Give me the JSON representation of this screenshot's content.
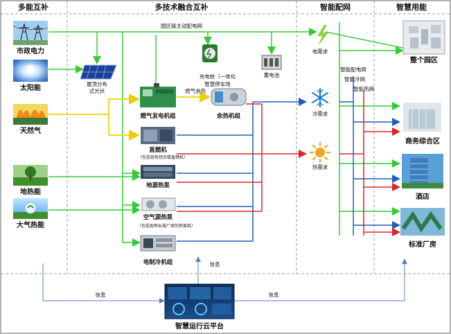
{
  "sections": {
    "multi_energy": "多能互补",
    "tech_fusion": "多技术融合互补",
    "smart_grid": "智能配网",
    "smart_use": "智慧用能"
  },
  "sources": {
    "grid": "市政电力",
    "solar": "太阳能",
    "gas": "天然气",
    "geothermal": "地热能",
    "air": "大气热能"
  },
  "equipment": {
    "pv": "屋顶分布",
    "pv2": "式光伏",
    "charger": "充电桩（一体化",
    "charger2": "智慧停车场",
    "battery": "蓄电池",
    "gas_gen": "燃气发电机组",
    "waste_heat_label": "燃气余热",
    "waste_heat_unit": "余热机组",
    "direct_fired": "直燃机",
    "direct_fired_note": "（包括现有综合楼直燃机）",
    "ground_hp": "地源热泵",
    "air_hp": "空气源热泵",
    "air_hp_note": "（包括现有标准厂房的热泵机）",
    "elec_chiller": "电制冷机组"
  },
  "network": {
    "park_grid": "园区级主动配电网",
    "elec_demand": "电需求",
    "cold_demand": "冷需求",
    "heat_demand": "热需求",
    "smart_grid_net": "智能配电网",
    "smart_cold_net": "智能冷网",
    "smart_heat_net": "智能热网"
  },
  "consumers": {
    "park": "整个园区",
    "business": "商务综合区",
    "hotel": "酒店",
    "factory": "标准厂房"
  },
  "info": {
    "info_center": "信息",
    "info_left": "信息",
    "info_right": "信息",
    "cloud": "智慧运行云平台"
  },
  "colors": {
    "electric": "#33cc33",
    "gas": "#f5e01a",
    "cold": "#1f5fb5",
    "heat": "#e0202a",
    "info": "#5a7fb5"
  }
}
